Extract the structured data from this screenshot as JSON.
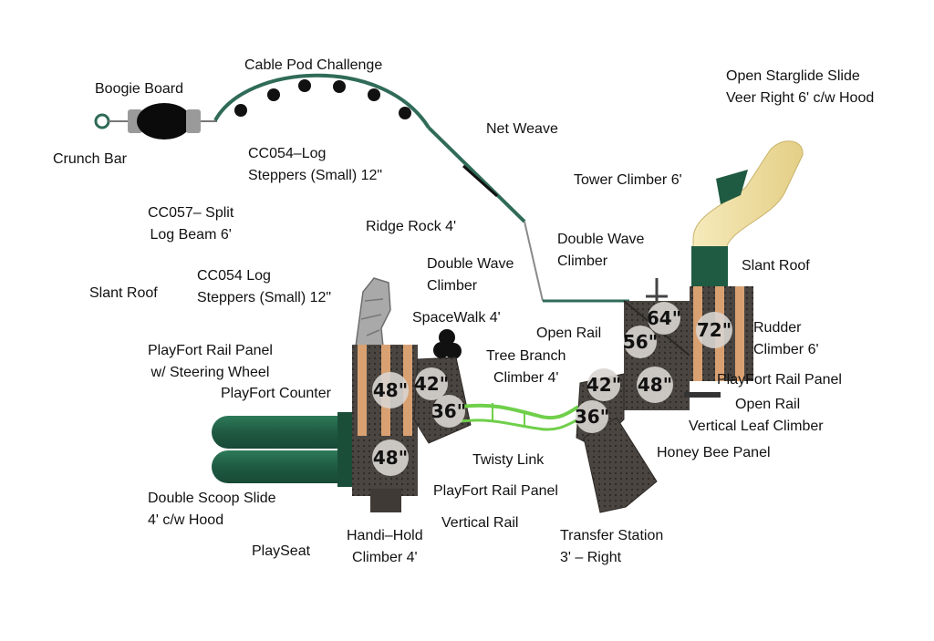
{
  "labels": {
    "boogie_board": "Boogie Board",
    "crunch_bar": "Crunch Bar",
    "cable_pod_challenge": "Cable Pod Challenge",
    "cc054_log_steppers_top": "CC054–Log\nSteppers (Small) 12\"",
    "cc057_split_log_beam": "CC057– Split\nLog Beam 6'",
    "net_weave": "Net Weave",
    "ridge_rock": "Ridge Rock 4'",
    "open_starglide_slide": "Open Starglide Slide\nVeer Right 6' c/w Hood",
    "tower_climber": "Tower Climber 6'",
    "double_wave_climber_left": "Double Wave\nClimber",
    "double_wave_climber_right": "Double Wave\nClimber",
    "slant_roof_left": "Slant Roof",
    "slant_roof_right": "Slant Roof",
    "cc054_log_steppers_mid": "CC054 Log\nSteppers (Small) 12\"",
    "spacewalk": "SpaceWalk 4'",
    "open_rail_top": "Open Rail",
    "tree_branch_climber": "Tree Branch\nClimber 4'",
    "playfort_rail_panel_steering": "PlayFort Rail Panel\nw/ Steering Wheel",
    "playfort_counter": "PlayFort Counter",
    "rudder_climber": "Rudder\nClimber 6'",
    "playfort_rail_panel_right": "PlayFort Rail Panel",
    "open_rail_right": "Open Rail",
    "vertical_leaf_climber": "Vertical Leaf Climber",
    "honey_bee_panel": "Honey Bee Panel",
    "twisty_link": "Twisty Link",
    "playfort_rail_panel_bottom": "PlayFort Rail Panel",
    "double_scoop_slide": "Double Scoop Slide\n4' c/w Hood",
    "vertical_rail": "Vertical Rail",
    "transfer_station": "Transfer Station\n3' – Right",
    "handi_hold_climber": "Handi–Hold\nClimber 4'",
    "playseat": "PlaySeat"
  },
  "deck_heights": {
    "deck_48_left_top": "48\"",
    "deck_42_left": "42\"",
    "deck_36_left": "36\"",
    "deck_48_left_bottom": "48\"",
    "deck_64": "64\"",
    "deck_56": "56\"",
    "deck_72": "72\"",
    "deck_42_right": "42\"",
    "deck_48_right": "48\"",
    "deck_36_right": "36\""
  },
  "colors": {
    "deck_dark": "#4a4540",
    "plank_tan": "#d9a172",
    "slide_green": "#1f5a42",
    "slide_yellow": "#f1e2a6",
    "rail_green": "#6fcf4a",
    "cable_green": "#2f6b58",
    "badge_fill": "#d8d4d0"
  }
}
